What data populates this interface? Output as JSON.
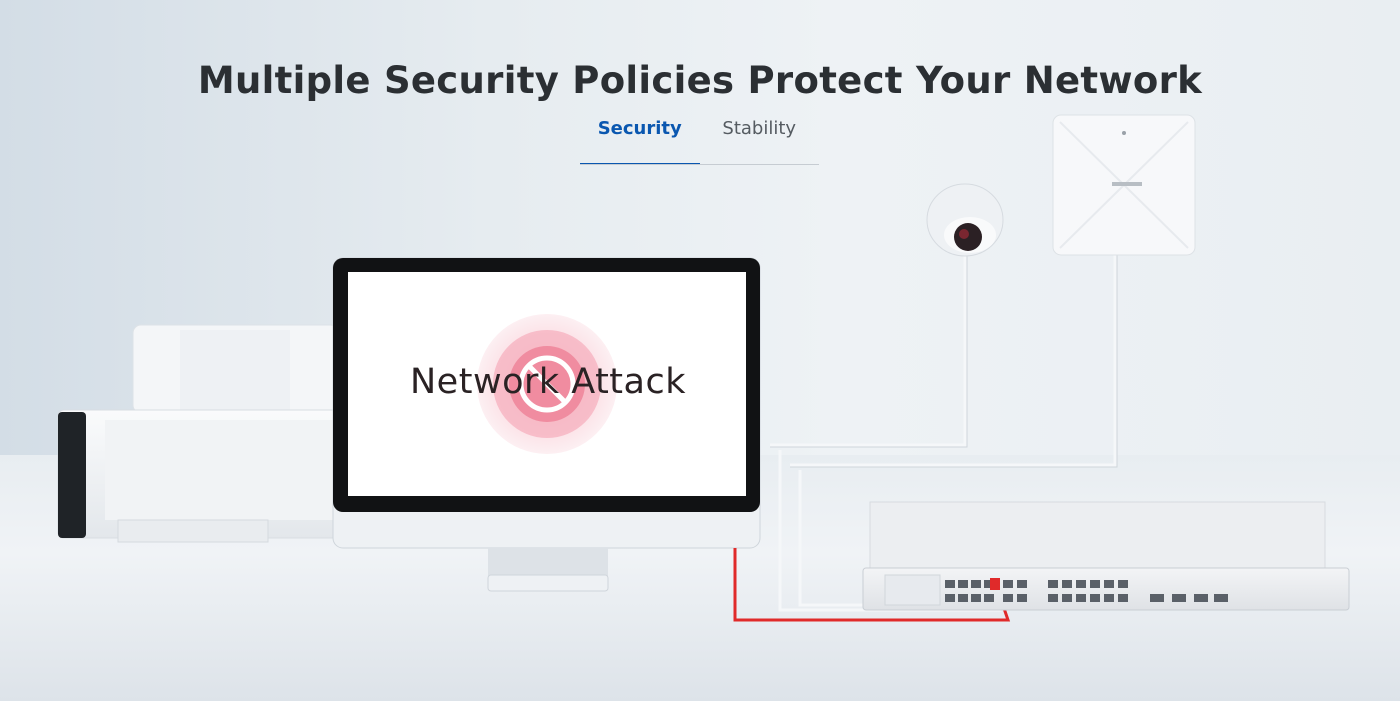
{
  "page": {
    "title": "Multiple Security Policies Protect Your Network"
  },
  "tabs": [
    {
      "label": "Security",
      "active": true
    },
    {
      "label": "Stability",
      "active": false
    }
  ],
  "monitor": {
    "screen_text": "Network Attack",
    "block_icon": "prohibited-icon"
  },
  "colors": {
    "accent": "#0a57b0",
    "attack_cable": "#e02a2a",
    "title": "#2b2f33"
  },
  "devices": [
    "printer",
    "monitor",
    "camera",
    "access-point",
    "switch"
  ]
}
